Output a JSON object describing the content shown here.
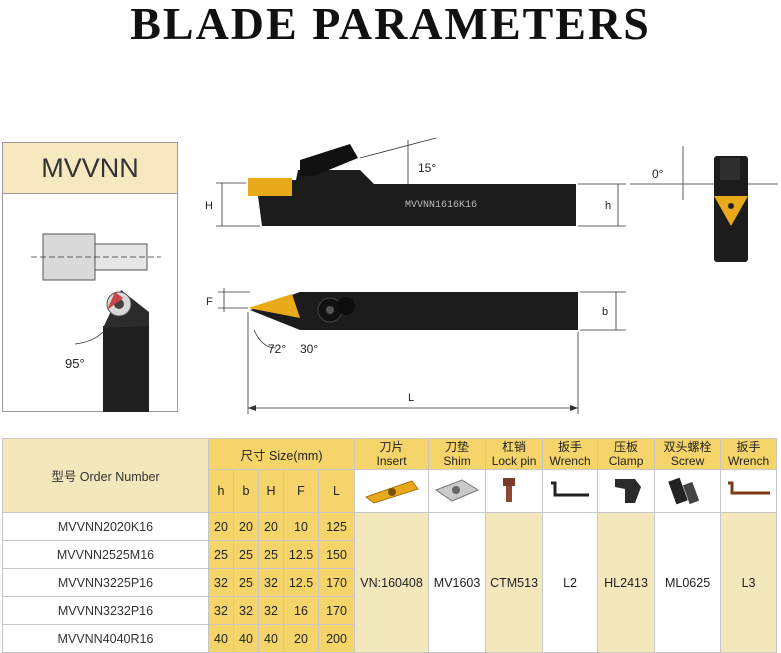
{
  "title": "BLADE PARAMETERS",
  "model_code": "MVVNN",
  "holder_marking": "MVVNN1616K16",
  "angles": {
    "top_side": "95°",
    "clearance": "15°",
    "rake": "0°",
    "nose": "72°",
    "end": "30°"
  },
  "dims": {
    "H": "H",
    "h": "h",
    "F": "F",
    "b": "b",
    "L": "L"
  },
  "table": {
    "order_header": "型号 Order Number",
    "size_header": "尺寸 Size(mm)",
    "size_cols": [
      "h",
      "b",
      "H",
      "F",
      "L"
    ],
    "parts": [
      {
        "cn": "刀片",
        "en": "Insert",
        "value": "VN:160408"
      },
      {
        "cn": "刀垫",
        "en": "Shim",
        "value": "MV1603"
      },
      {
        "cn": "杠销",
        "en": "Lock pin",
        "value": "CTM513"
      },
      {
        "cn": "扳手",
        "en": "Wrench",
        "value": "L2"
      },
      {
        "cn": "压板",
        "en": "Clamp",
        "value": "HL2413"
      },
      {
        "cn": "双头螺栓",
        "en": "Screw",
        "value": "ML0625"
      },
      {
        "cn": "扳手",
        "en": "Wrench",
        "value": "L3"
      }
    ],
    "rows": [
      {
        "order": "MVVNN2020K16",
        "h": "20",
        "b": "20",
        "H": "20",
        "F": "10",
        "L": "125"
      },
      {
        "order": "MVVNN2525M16",
        "h": "25",
        "b": "25",
        "H": "25",
        "F": "12.5",
        "L": "150"
      },
      {
        "order": "MVVNN3225P16",
        "h": "32",
        "b": "25",
        "H": "32",
        "F": "12.5",
        "L": "170"
      },
      {
        "order": "MVVNN3232P16",
        "h": "32",
        "b": "32",
        "H": "32",
        "F": "16",
        "L": "170"
      },
      {
        "order": "MVVNN4040R16",
        "h": "40",
        "b": "40",
        "H": "40",
        "F": "20",
        "L": "200"
      }
    ]
  },
  "colors": {
    "header_yellow": "#f5d46a",
    "header_cream": "#f3e7bc",
    "insert_gold": "#e8a91a",
    "tool_black": "#1c1c1c"
  }
}
